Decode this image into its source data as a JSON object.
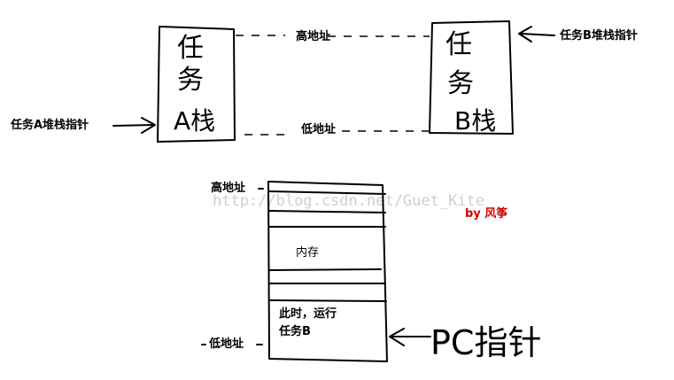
{
  "stack_a": {
    "label_line1": "任",
    "label_line2": "务",
    "label_line3": "A栈",
    "pointer_label": "任务A堆栈指针"
  },
  "stack_b": {
    "label_line1": "任",
    "label_line2": "务",
    "label_line3": "B栈",
    "pointer_label": "任务B堆栈指针"
  },
  "connector": {
    "high_label": "高地址",
    "low_label": "低地址"
  },
  "memory": {
    "high_label": "高地址",
    "low_label": "低地址",
    "content_label": "内存",
    "running_line1": "此时，运行",
    "running_line2": "任务B",
    "pc_label": "PC指针"
  },
  "watermark": "http://blog.csdn.net/Guet_Kite",
  "author": "by 风筝"
}
